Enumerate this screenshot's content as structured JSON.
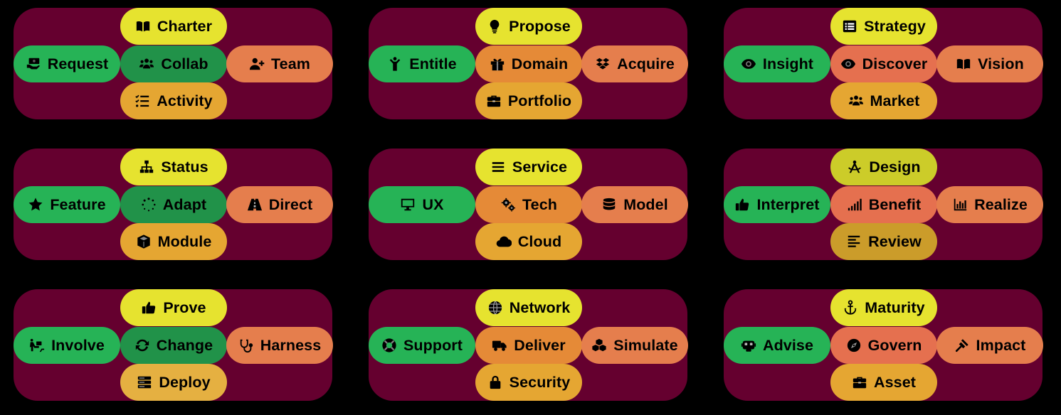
{
  "clusters": [
    {
      "top": {
        "label": "Charter",
        "icon": "book-open-icon"
      },
      "left": {
        "label": "Request",
        "icon": "money-hand-icon"
      },
      "center": {
        "label": "Collab",
        "icon": "users-icon"
      },
      "right": {
        "label": "Team",
        "icon": "user-plus-icon"
      },
      "bottom": {
        "label": "Activity",
        "icon": "checklist-icon"
      }
    },
    {
      "top": {
        "label": "Propose",
        "icon": "lightbulb-icon"
      },
      "left": {
        "label": "Entitle",
        "icon": "child-icon"
      },
      "center": {
        "label": "Domain",
        "icon": "gift-icon"
      },
      "right": {
        "label": "Acquire",
        "icon": "dropbox-icon"
      },
      "bottom": {
        "label": "Portfolio",
        "icon": "briefcase-icon"
      }
    },
    {
      "top": {
        "label": "Strategy",
        "icon": "list-alt-icon"
      },
      "left": {
        "label": "Insight",
        "icon": "eye-icon"
      },
      "center": {
        "label": "Discover",
        "icon": "eye-icon"
      },
      "right": {
        "label": "Vision",
        "icon": "book-open-icon"
      },
      "bottom": {
        "label": "Market",
        "icon": "users-icon"
      }
    },
    {
      "top": {
        "label": "Status",
        "icon": "sitemap-icon"
      },
      "left": {
        "label": "Feature",
        "icon": "star-icon"
      },
      "center": {
        "label": "Adapt",
        "icon": "spinner-icon"
      },
      "right": {
        "label": "Direct",
        "icon": "road-icon"
      },
      "bottom": {
        "label": "Module",
        "icon": "cube-icon"
      }
    },
    {
      "top": {
        "label": "Service",
        "icon": "bars-icon"
      },
      "left": {
        "label": "UX",
        "icon": "desktop-icon"
      },
      "center": {
        "label": "Tech",
        "icon": "cogs-icon"
      },
      "right": {
        "label": "Model",
        "icon": "database-icon"
      },
      "bottom": {
        "label": "Cloud",
        "icon": "cloud-icon"
      }
    },
    {
      "top": {
        "label": "Design",
        "icon": "drafting-compass-icon"
      },
      "left": {
        "label": "Interpret",
        "icon": "thumbs-up-icon"
      },
      "center": {
        "label": "Benefit",
        "icon": "signal-icon"
      },
      "right": {
        "label": "Realize",
        "icon": "chart-bar-icon"
      },
      "bottom": {
        "label": "Review",
        "icon": "align-left-icon"
      }
    },
    {
      "top": {
        "label": "Prove",
        "icon": "thumbs-up-icon"
      },
      "left": {
        "label": "Involve",
        "icon": "people-carry-icon"
      },
      "center": {
        "label": "Change",
        "icon": "sync-icon"
      },
      "right": {
        "label": "Harness",
        "icon": "stethoscope-icon"
      },
      "bottom": {
        "label": "Deploy",
        "icon": "server-icon"
      }
    },
    {
      "top": {
        "label": "Network",
        "icon": "globe-icon"
      },
      "left": {
        "label": "Support",
        "icon": "life-ring-icon"
      },
      "center": {
        "label": "Deliver",
        "icon": "truck-icon"
      },
      "right": {
        "label": "Simulate",
        "icon": "cubes-icon"
      },
      "bottom": {
        "label": "Security",
        "icon": "lock-icon"
      }
    },
    {
      "top": {
        "label": "Maturity",
        "icon": "anchor-icon"
      },
      "left": {
        "label": "Advise",
        "icon": "robot-icon"
      },
      "center": {
        "label": "Govern",
        "icon": "compass-icon"
      },
      "right": {
        "label": "Impact",
        "icon": "gavel-icon"
      },
      "bottom": {
        "label": "Asset",
        "icon": "briefcase-icon"
      }
    }
  ],
  "colors": {
    "background": "#000000",
    "cluster": "#65002f",
    "yellow": "#e6e32f",
    "green": "#26b356",
    "dark_green": "#219249",
    "orange": "#e57e4d",
    "gold": "#e5a632",
    "olive": "#cccc29",
    "mustard": "#cb9c2a",
    "amber": "#e58a37",
    "tan": "#e5b041",
    "salmon": "#e5704f"
  }
}
